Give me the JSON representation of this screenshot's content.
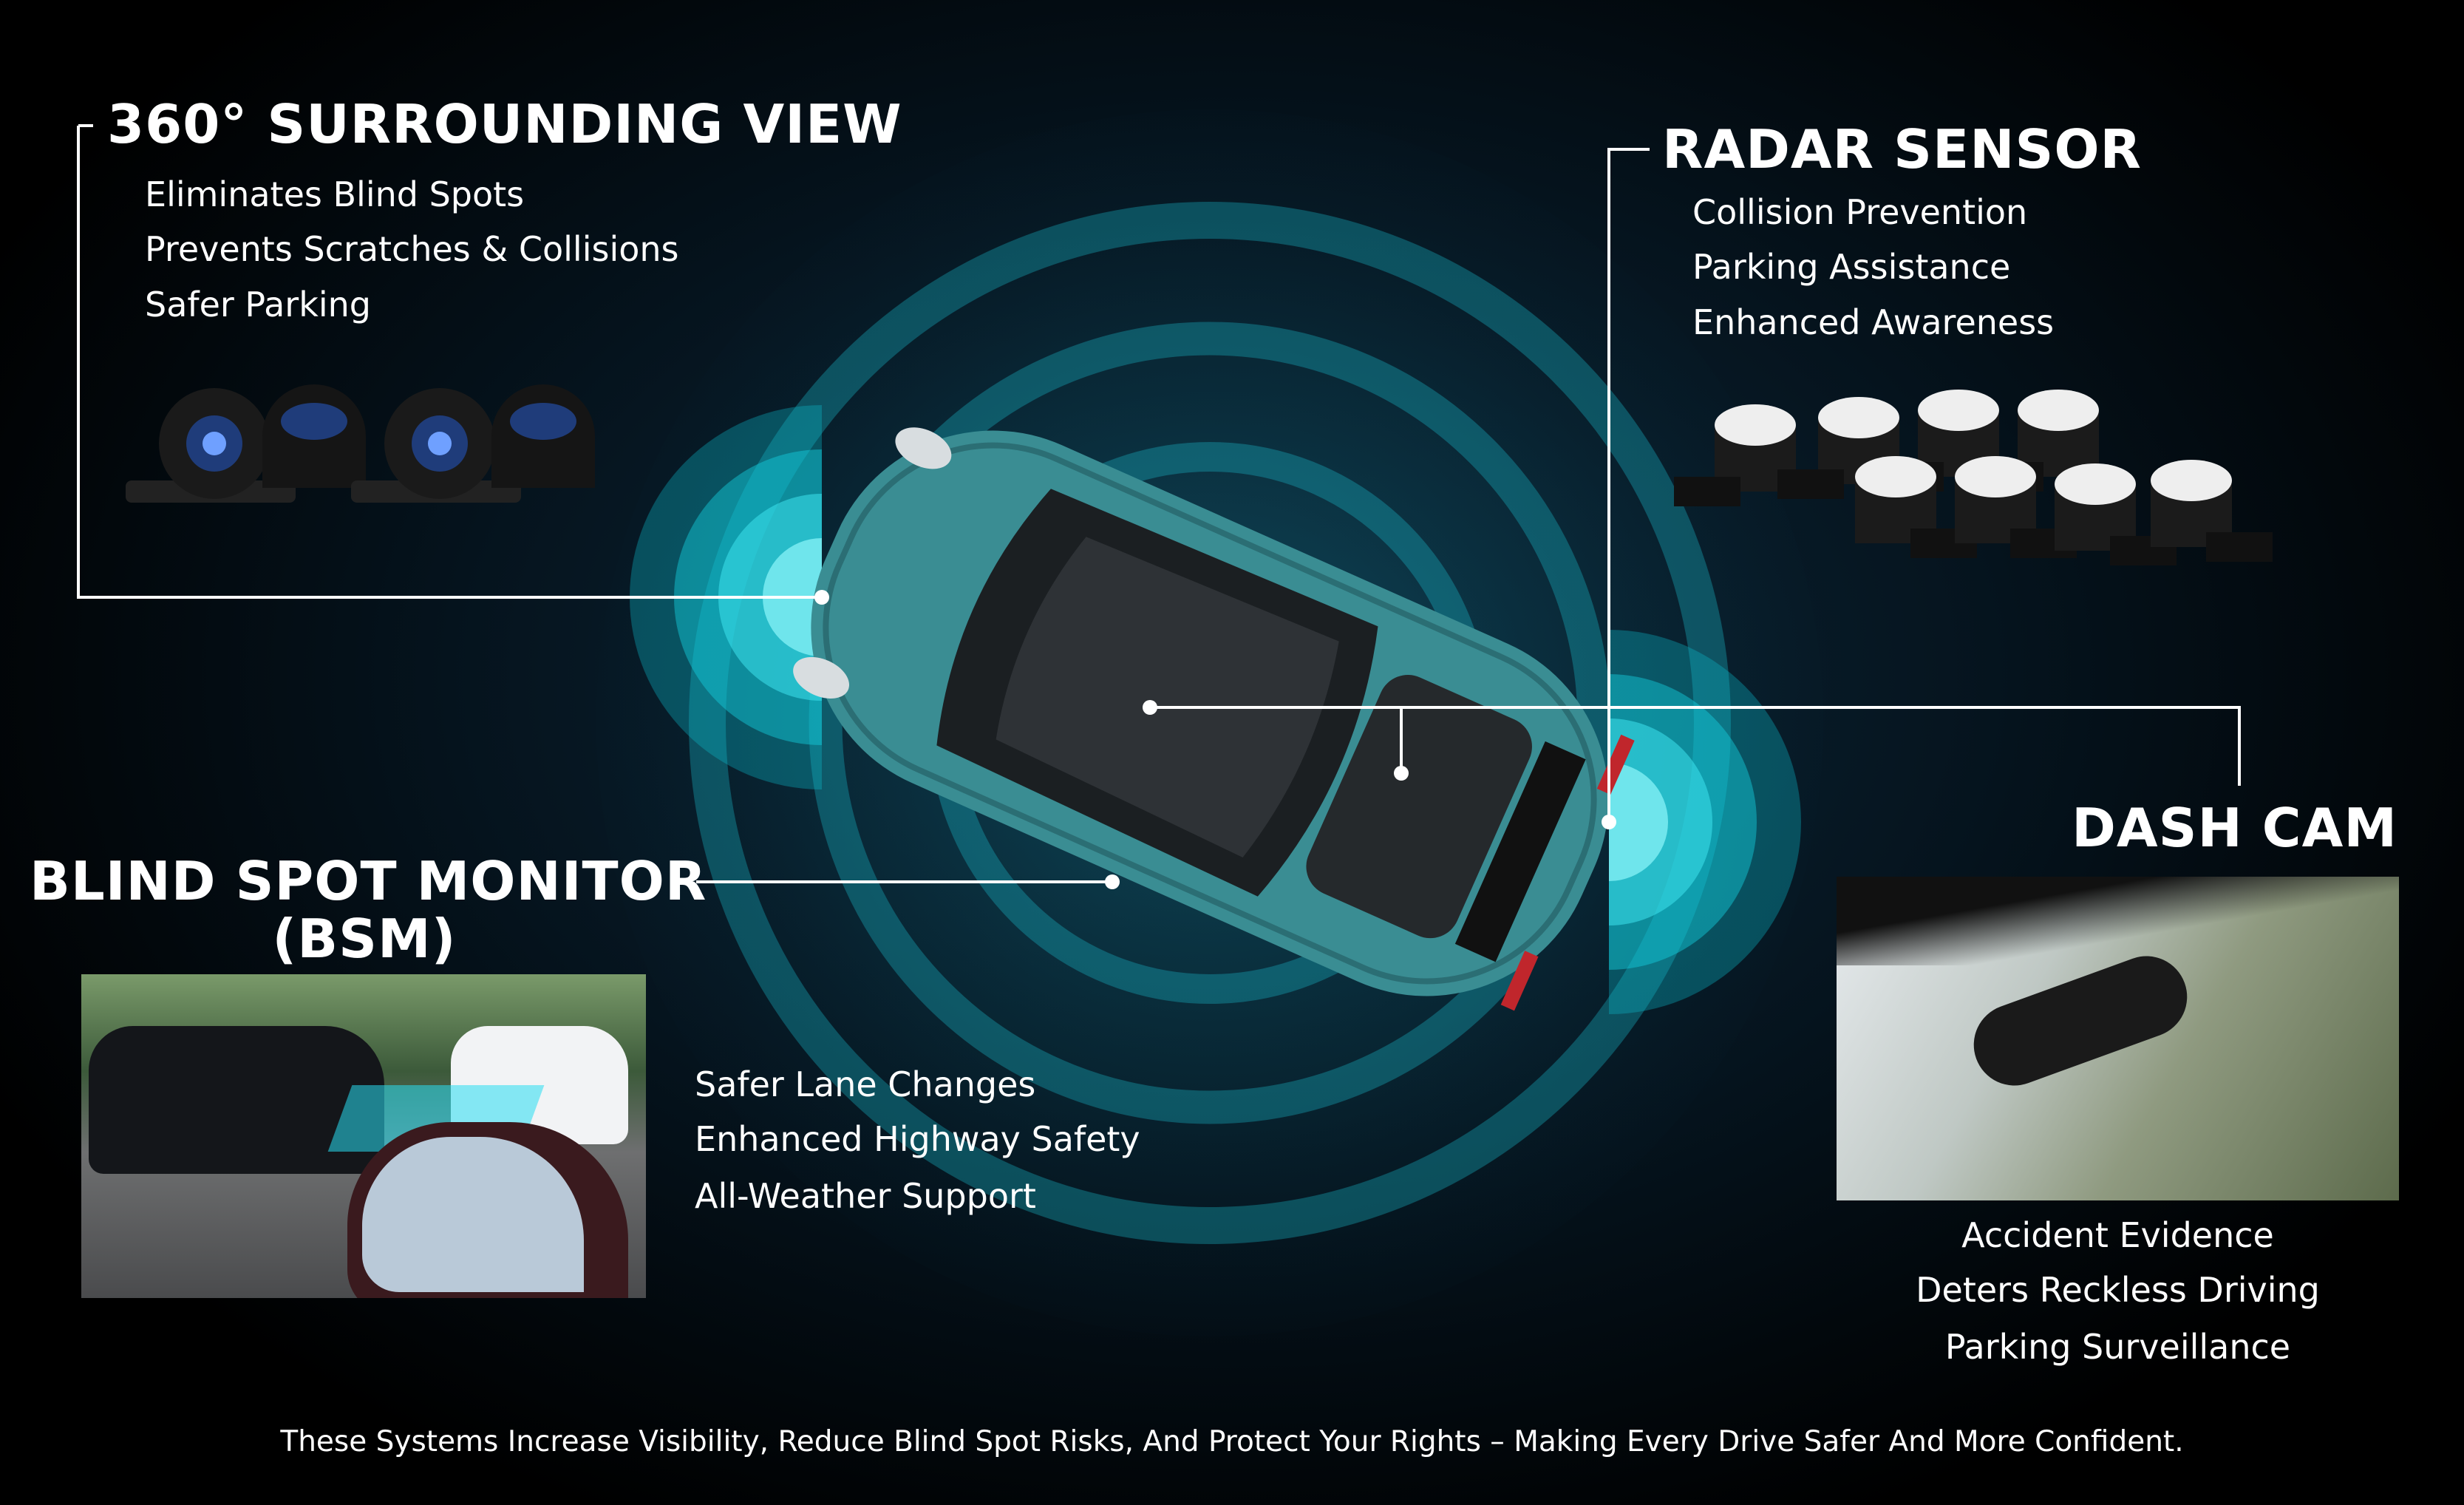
{
  "surround": {
    "title": "360° SURROUNDING VIEW",
    "bullets": [
      "Eliminates Blind Spots",
      "Prevents Scratches & Collisions",
      "Safer Parking"
    ]
  },
  "radar": {
    "title": "RADAR SENSOR",
    "bullets": [
      "Collision Prevention",
      "Parking Assistance",
      "Enhanced Awareness"
    ]
  },
  "dashcam": {
    "title": "DASH CAM",
    "bullets": [
      "Accident Evidence",
      "Deters Reckless Driving",
      "Parking Surveillance"
    ]
  },
  "bsm": {
    "title_line1": "BLIND SPOT MONITOR",
    "title_line2": "(BSM)",
    "bullets": [
      "Safer Lane Changes",
      "Enhanced Highway Safety",
      "All-Weather Support"
    ]
  },
  "footer": "These Systems Increase Visibility, Reduce Blind Spot Risks, And Protect Your Rights – Making Every Drive Safer And More Confident.",
  "colors": {
    "accent": "#17d6e0",
    "background": "#000000",
    "car": "#3a8d93"
  }
}
